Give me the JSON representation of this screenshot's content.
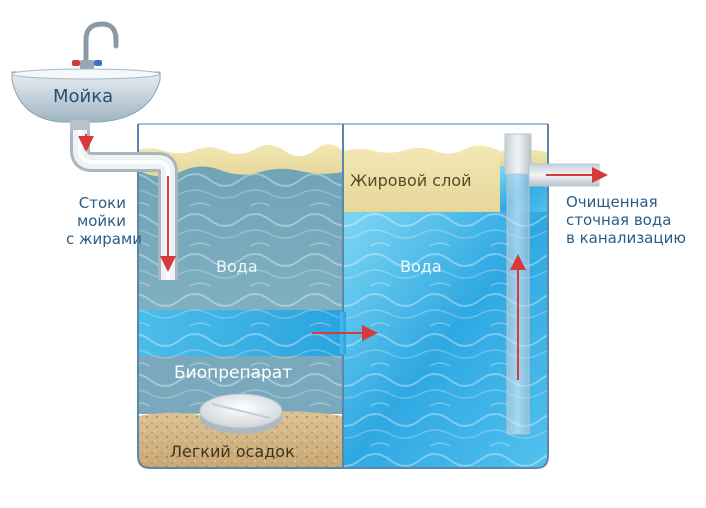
{
  "labels": {
    "sink": "Мойка",
    "inflow": "Стоки\nмойки\nс жирами",
    "outflow": "Очищенная\nсточная вода\nв канализацию",
    "grease_layer": "Жировой слой",
    "water_left": "Вода",
    "water_right": "Вода",
    "bio": "Биопрепарат",
    "sediment": "Легкий осадок"
  },
  "colors": {
    "water_light": "#5cc8ec",
    "water_dark": "#1a8fd0",
    "water_gray": "#6f9fb2",
    "grease": "#efe3a6",
    "sediment": "#d6b98a",
    "arrow": "#d63a3a",
    "tank_outline": "#4a7aa8"
  }
}
